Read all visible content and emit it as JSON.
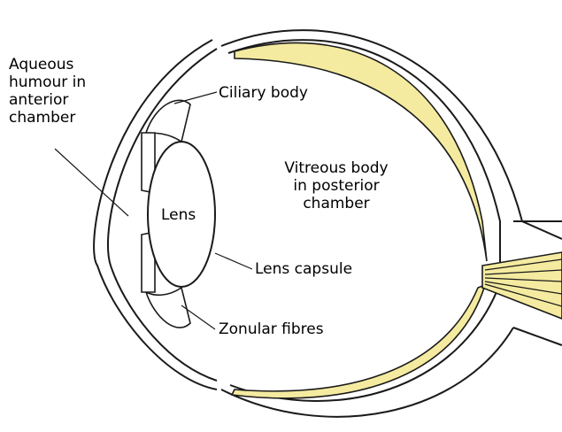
{
  "colors": {
    "stroke": "#1a1a1a",
    "retina_fill": "#f4eba0",
    "background": "#ffffff"
  },
  "labels": {
    "aqueous": [
      "Aqueous",
      "humour in",
      "anterior",
      "chamber"
    ],
    "ciliary": "Ciliary body",
    "vitreous": [
      "Vitreous body",
      "in posterior",
      "chamber"
    ],
    "lens": "Lens",
    "lens_capsule": "Lens capsule",
    "zonular": "Zonular fibres"
  }
}
